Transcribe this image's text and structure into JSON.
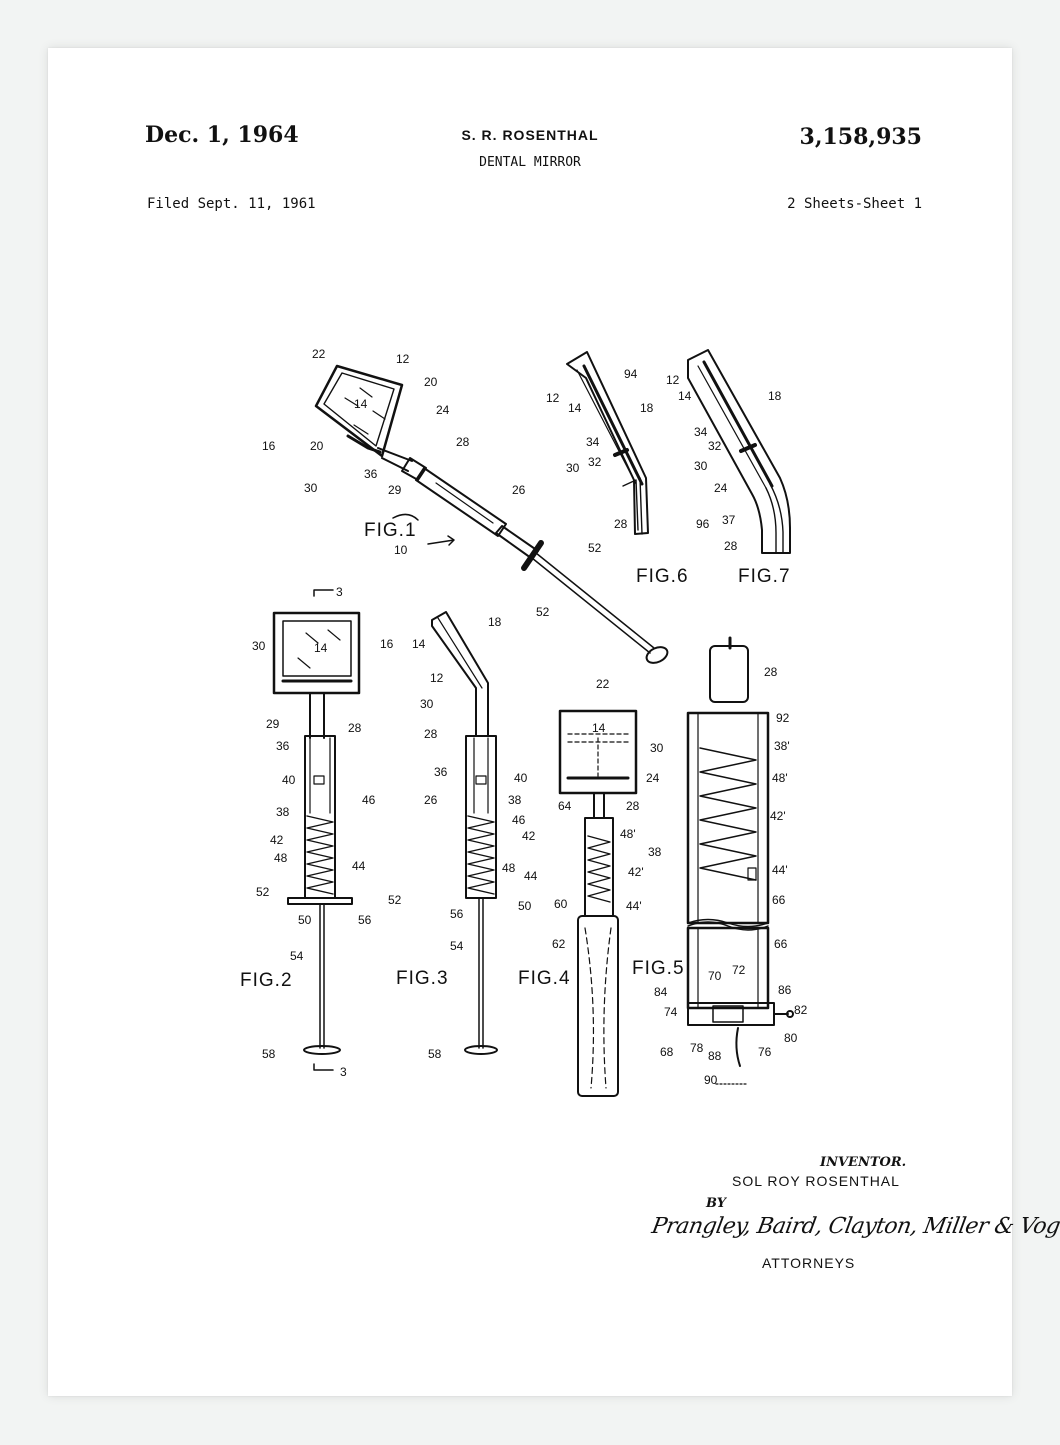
{
  "header": {
    "date": "Dec. 1, 1964",
    "inventor_short": "S. R. ROSENTHAL",
    "title": "DENTAL MIRROR",
    "patent_number": "3,158,935",
    "filed": "Filed Sept. 11, 1961",
    "sheets": "2 Sheets-Sheet 1"
  },
  "figures": {
    "fig1": "FIG.1",
    "fig2": "FIG.2",
    "fig3": "FIG.3",
    "fig4": "FIG.4",
    "fig5": "FIG.5",
    "fig6": "FIG.6",
    "fig7": "FIG.7"
  },
  "reference_numerals": {
    "fig1": [
      "22",
      "12",
      "20",
      "14",
      "24",
      "16",
      "20",
      "28",
      "30",
      "36",
      "29",
      "26",
      "10",
      "52",
      "52"
    ],
    "fig2": [
      "3",
      "30",
      "14",
      "16",
      "29",
      "28",
      "36",
      "40",
      "38",
      "46",
      "42",
      "48",
      "44",
      "52",
      "52",
      "50",
      "56",
      "54",
      "58",
      "3"
    ],
    "fig3": [
      "18",
      "14",
      "12",
      "30",
      "28",
      "36",
      "40",
      "26",
      "38",
      "46",
      "42",
      "48",
      "44",
      "56",
      "50",
      "54",
      "58"
    ],
    "fig4": [
      "22",
      "14",
      "30",
      "24",
      "64",
      "28",
      "48'",
      "38",
      "42'",
      "60",
      "44'",
      "62"
    ],
    "fig5": [
      "28",
      "92",
      "38'",
      "48'",
      "42'",
      "44'",
      "66",
      "66",
      "70",
      "72",
      "84",
      "86",
      "74",
      "82",
      "80",
      "68",
      "78",
      "88",
      "76",
      "90"
    ],
    "fig6": [
      "94",
      "12",
      "18",
      "14",
      "34",
      "32",
      "30",
      "28",
      "96"
    ],
    "fig7": [
      "12",
      "14",
      "18",
      "34",
      "32",
      "30",
      "24",
      "37",
      "28"
    ]
  },
  "footer": {
    "inventor_label": "INVENTOR.",
    "inventor_name": "SOL ROY ROSENTHAL",
    "by_label": "BY",
    "signature": "Prangley, Baird, Clayton, Miller & Vogel",
    "attorneys_label": "ATTORNEYS"
  }
}
